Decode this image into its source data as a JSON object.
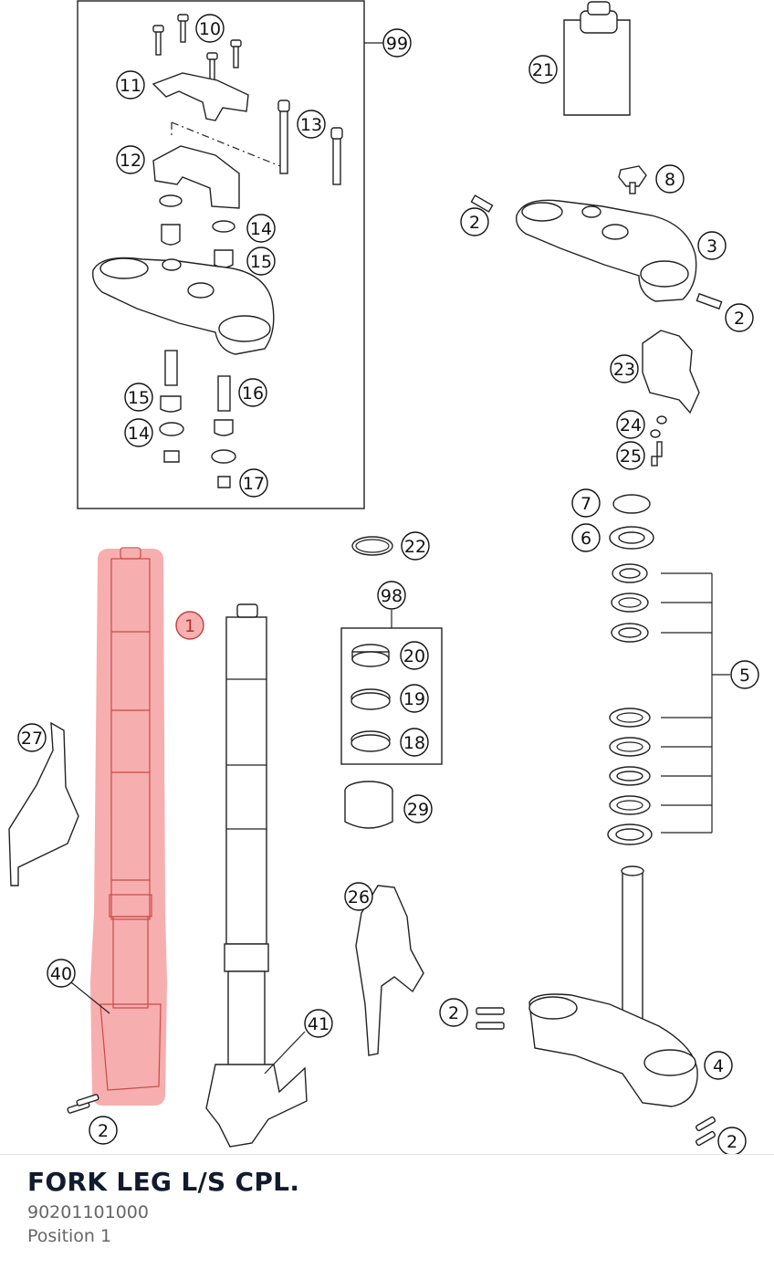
{
  "callouts": {
    "c1": "1",
    "c2a": "2",
    "c2b": "2",
    "c2c": "2",
    "c2d": "2",
    "c2e": "2",
    "c3": "3",
    "c4": "4",
    "c5": "5",
    "c6": "6",
    "c7": "7",
    "c8": "8",
    "c10": "10",
    "c11": "11",
    "c12": "12",
    "c13": "13",
    "c14a": "14",
    "c14b": "14",
    "c15a": "15",
    "c15b": "15",
    "c16": "16",
    "c17": "17",
    "c18": "18",
    "c19": "19",
    "c20": "20",
    "c21": "21",
    "c22": "22",
    "c23": "23",
    "c24": "24",
    "c25": "25",
    "c26": "26",
    "c27": "27",
    "c29": "29",
    "c40": "40",
    "c41": "41",
    "c98": "98",
    "c99": "99"
  },
  "selected_part": {
    "title": "FORK LEG L/S CPL.",
    "part_number": "90201101000",
    "position": "Position 1",
    "highlight_color": "#f26d6d"
  }
}
